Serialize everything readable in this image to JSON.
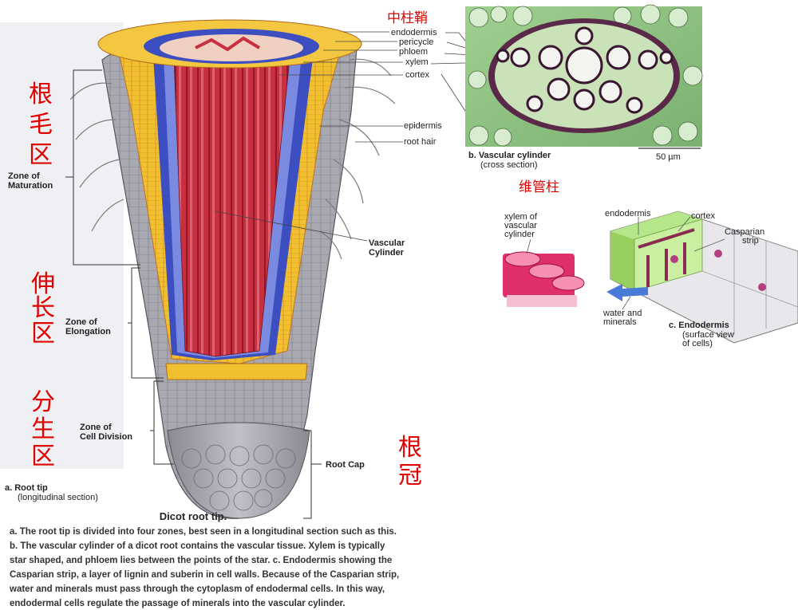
{
  "chinese_labels": {
    "pericycle": "中柱鞘",
    "root_hair_zone": [
      "根",
      "毛",
      "区"
    ],
    "elongation_zone": [
      "伸",
      "长",
      "区"
    ],
    "division_zone": [
      "分",
      "生",
      "区"
    ],
    "root_cap": [
      "根",
      "冠"
    ],
    "vascular_cylinder": "维管柱"
  },
  "root_labels": {
    "endodermis": "endodermis",
    "pericycle": "pericycle",
    "phloem": "phloem",
    "xylem": "xylem",
    "cortex": "cortex",
    "epidermis": "epidermis",
    "root_hair": "root hair",
    "vascular_cylinder": [
      "Vascular",
      "Cylinder"
    ],
    "zone_maturation": [
      "Zone of",
      "Maturation"
    ],
    "zone_elongation": [
      "Zone of",
      "Elongation"
    ],
    "zone_division": [
      "Zone of",
      "Cell Division"
    ],
    "root_cap": "Root Cap",
    "panel_a_title": "a. Root tip",
    "panel_a_sub": "(longitudinal section)"
  },
  "cross_section": {
    "title": "b. Vascular cylinder",
    "sub": "(cross section)",
    "scale": "50 µm"
  },
  "endodermis_panel": {
    "xylem": [
      "xylem of",
      "vascular",
      "cylinder"
    ],
    "endodermis": "endodermis",
    "cortex": "cortex",
    "casparian": [
      "Casparian",
      "strip"
    ],
    "water": [
      "water and",
      "minerals"
    ],
    "title": "c. Endodermis",
    "sub": [
      "(surface view",
      "of cells)"
    ]
  },
  "caption": {
    "title": "Dicot root tip.",
    "body": "a. The root tip is divided into four zones, best seen in a longitudinal section such as this. b. The vascular cylinder of a dicot root contains the vascular tissue. Xylem is typically star shaped, and phloem lies between the points of the star. c. Endodermis showing the Casparian strip, a layer of lignin and suberin in cell walls. Because of the Casparian strip, water and minerals must pass through the cytoplasm of endodermal cells. In this way, endodermal cells regulate the passage of minerals into the vascular cylinder."
  },
  "colors": {
    "cn_red": "#e00000",
    "cortex_yellow": "#f0c030",
    "xylem_red": "#c83040",
    "phloem_blue": "#3040b0",
    "epidermis_gray": "#a8a8b0",
    "micro_green": "#8ac080"
  }
}
